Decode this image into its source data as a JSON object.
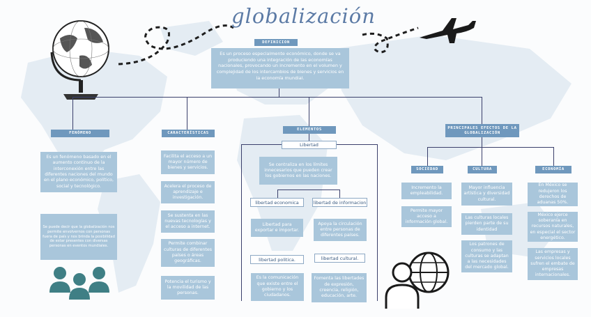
{
  "title": "globalización",
  "definicion": {
    "label": "DEFINICION",
    "text": "Es un proceso especialmente económico, donde se va produciendo una integración de las economías nacionales, provocando un incremento en el volumen y complejidad de los intercambios de bienes y servicios en la economía mundial."
  },
  "fenomeno": {
    "label": "FENÓMENO",
    "boxes": [
      "Es un fenómeno basado en el aumento continuo de la interconexión entre las diferentes naciones del mundo en el plano económico, político, social y tecnológico.",
      "Se puede decir que la globalización nos permite envolvernos con personas fuera de país y nos brinda la posibilidad de estar presentes con diversas personas en eventos mundiales."
    ]
  },
  "caracteristicas": {
    "label": "CARACTERÍSTICAS",
    "boxes": [
      "Facilita el acceso a un mayor número de bienes y servicios.",
      "Acelera el proceso de aprendizaje e investigación.",
      "Se sustenta en las nuevas tecnologías y el acceso a internet.",
      "Permite combinar culturas de diferentes países o áreas geográficas.",
      "Potencia el turismo y la movilidad de las personas."
    ]
  },
  "elementos": {
    "label": "ELEMENTOS",
    "libertad": "Libertad",
    "intro": "Se centraliza en los límites innecesarios que pueden crear los gobiernos en las naciones.",
    "items": [
      {
        "label": "libertad economica",
        "text": "Libertad para exportar e importar."
      },
      {
        "label": "libertad de informacion",
        "text": "Apoya la circulación entre personas de diferentes países."
      },
      {
        "label": "libertad politica.",
        "text": "Es la comunicación que existe entre el gobierno y los ciudadanos."
      },
      {
        "label": "libertad cultural.",
        "text": "Fomenta las libertades de expresión, creencia, religión, educación, arte."
      }
    ]
  },
  "efectos": {
    "label": "PRINCIPALES EFECTOS DE LA GLOBALIZACIÓN",
    "sociedad": {
      "label": "SOCIEDAD",
      "boxes": [
        "Incremento la empleabilidad.",
        "Permite mayor acceso a información global."
      ]
    },
    "cultura": {
      "label": "CULTURA",
      "boxes": [
        "Mayor influencia artística y diversidad cultural.",
        "Las culturas locales pierden parte de su identidad",
        "Los patrones de consumo y las culturas se adaptan a las necesidades del mercado global."
      ]
    },
    "economia": {
      "label": "ECONOMÍA",
      "boxes": [
        "En México se redujeron los derechos de aduanas 50%.",
        "México ejerce soberanía en recursos naturales, en especial el sector energético.",
        "Las empresas y servicios locales sufren el embate de empresas internacionales."
      ]
    }
  },
  "colors": {
    "box": "#a9c6db",
    "header": "#6f98bd",
    "line": "#3a3f6b",
    "title": "#5b7aa5",
    "people": "#3f7f85"
  }
}
